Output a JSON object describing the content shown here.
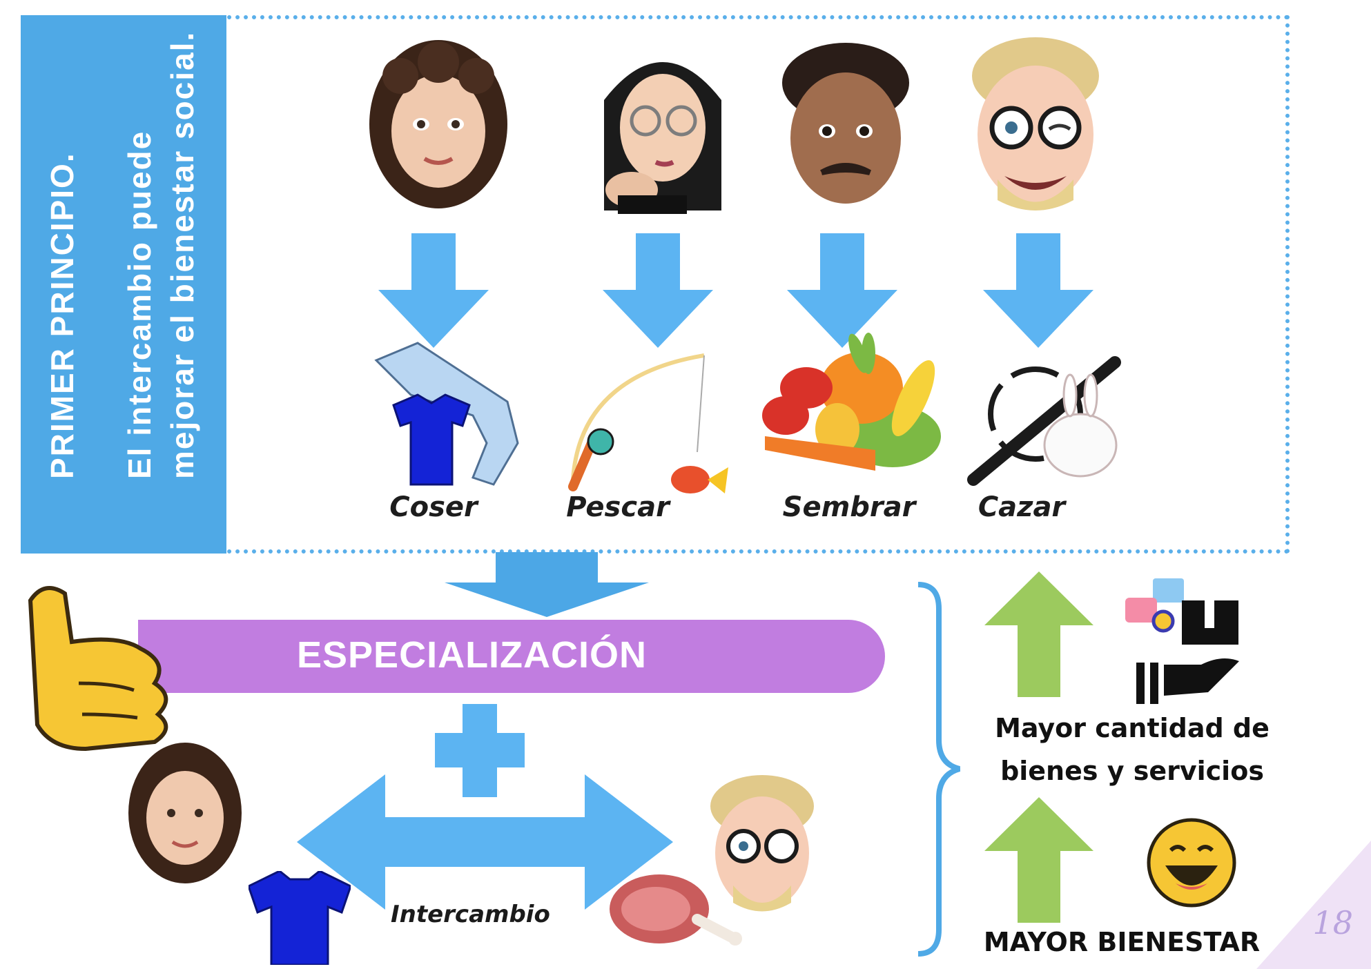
{
  "panel": {
    "title": "PRIMER PRINCIPIO.",
    "subtitle_line1": "El intercambio puede",
    "subtitle_line2": "mejorar el bienestar social."
  },
  "activities": [
    {
      "label": "Coser",
      "person": "woman-curly-hair",
      "item": "clothes"
    },
    {
      "label": "Pescar",
      "person": "woman-glasses",
      "item": "fishing-rod"
    },
    {
      "label": "Sembrar",
      "person": "man-mustache",
      "item": "vegetables"
    },
    {
      "label": "Cazar",
      "person": "man-blond-glasses",
      "item": "rifle-rabbit"
    }
  ],
  "specialization": {
    "label": "ESPECIALIZACIÓN"
  },
  "exchange": {
    "label": "Intercambio"
  },
  "outcomes": {
    "goods_line1": "Mayor cantidad de",
    "goods_line2": "bienes y servicios",
    "wellbeing": "MAYOR BIENESTAR"
  },
  "page_number": "18",
  "colors": {
    "blue": "#4fa9e6",
    "arrow_blue": "#5cb4f2",
    "purple": "#c17de0",
    "green": "#9cca5e"
  }
}
